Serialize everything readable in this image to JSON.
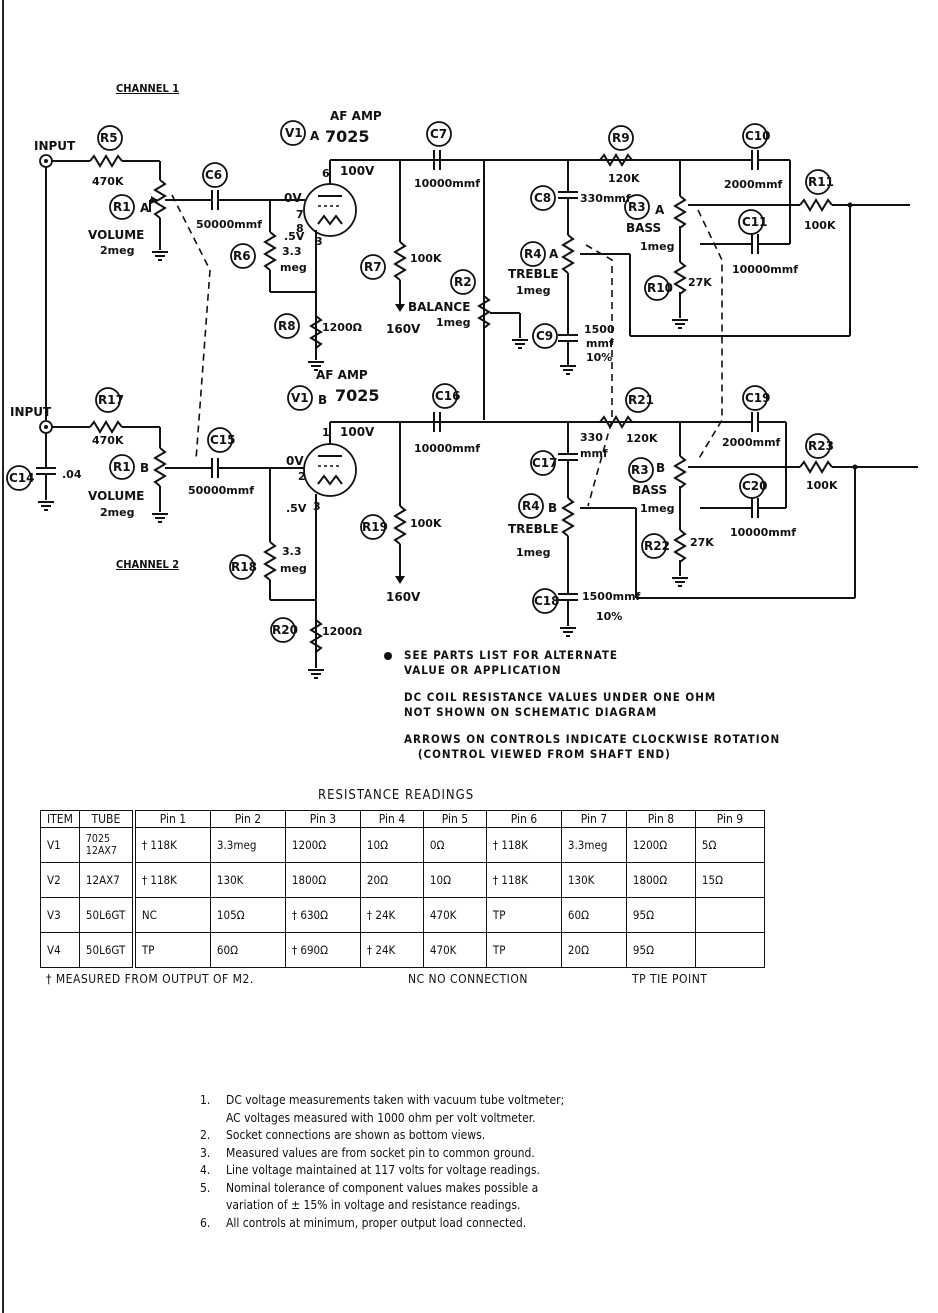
{
  "schematic": {
    "channel1": "CHANNEL 1",
    "channel2": "CHANNEL 2",
    "input": "INPUT",
    "af_amp": "AF AMP",
    "v1a": "V1",
    "v1a_suffix": "A",
    "tube": "7025",
    "v1b": "V1",
    "v1b_suffix": "B",
    "r5": "R5",
    "r5_val": "470K",
    "r17": "R17",
    "r17_val": "470K",
    "r1": "R1",
    "r1a_suffix": "A",
    "r1b_suffix": "B",
    "volume": "VOLUME",
    "meg2": "2meg",
    "c6": "C6",
    "c6_val": "50000mmf",
    "c15": "C15",
    "c15_val": "50000mmf",
    "c14": "C14",
    "c14_val": ".04",
    "r6": "R6",
    "r6_val1": "3.3",
    "r6_val2": "meg",
    "r18": "R18",
    "r18_val1": "3.3",
    "r18_val2": "meg",
    "r8": "R8",
    "r8_val": "1200Ω",
    "r20": "R20",
    "r20_val": "1200Ω",
    "v_0": "0V",
    "v_5": ".5V",
    "v_100": "100V",
    "v_160": "160V",
    "p6": "6",
    "p7": "7",
    "p8": "8",
    "p3": "3",
    "p1": "1",
    "p2": "2",
    "p3b": "3",
    "c7": "C7",
    "c7_val": "10000mmf",
    "c16": "C16",
    "c16_val": "10000mmf",
    "r7": "R7",
    "r7_val": "100K",
    "r19": "R19",
    "r19_val": "100K",
    "r2": "R2",
    "balance": "BALANCE",
    "meg1": "1meg",
    "c8": "C8",
    "c8_val": "330mmf",
    "c17": "C17",
    "c17_val1": "330",
    "c17_val2": "mmf",
    "r4": "R4",
    "r4a_suffix": "A",
    "r4b_suffix": "B",
    "treble": "TREBLE",
    "c9": "C9",
    "c9_val1": "1500",
    "c9_val2": "mmf",
    "c9_val3": "10%",
    "c18": "C18",
    "c18_val": "1500mmf",
    "c18_tol": "10%",
    "r9": "R9",
    "r9_val": "120K",
    "r21": "R21",
    "r21_val": "120K",
    "r3": "R3",
    "r3a_suffix": "A",
    "r3b_suffix": "B",
    "bass": "BASS",
    "r10": "R10",
    "r10_val": "27K",
    "r22": "R22",
    "r22_val": "27K",
    "c10": "C10",
    "c10_val": "2000mmf",
    "c19": "C19",
    "c19_val": "2000mmf",
    "c11": "C11",
    "c11_val": "10000mmf",
    "c20": "C20",
    "c20_val": "10000mmf",
    "r11": "R11",
    "r11_val": "100K",
    "r23": "R23",
    "r23_val": "100K"
  },
  "notes": [
    {
      "l1": "SEE PARTS LIST FOR ALTERNATE",
      "l2": "VALUE OR APPLICATION"
    },
    {
      "l1": "DC COIL RESISTANCE VALUES UNDER ONE OHM",
      "l2": "NOT SHOWN ON SCHEMATIC DIAGRAM"
    },
    {
      "l1": "ARROWS ON CONTROLS INDICATE CLOCKWISE ROTATION",
      "l2": "(CONTROL VIEWED FROM SHAFT END)"
    }
  ],
  "resistance": {
    "title": "RESISTANCE READINGS",
    "headers": [
      "ITEM",
      "TUBE",
      "Pin 1",
      "Pin 2",
      "Pin 3",
      "Pin 4",
      "Pin 5",
      "Pin 6",
      "Pin 7",
      "Pin 8",
      "Pin 9"
    ],
    "rows": [
      [
        "V1",
        "7025 12AX7",
        "† 118K",
        "3.3meg",
        "1200Ω",
        "10Ω",
        "0Ω",
        "† 118K",
        "3.3meg",
        "1200Ω",
        "5Ω"
      ],
      [
        "V2",
        "12AX7",
        "† 118K",
        "130K",
        "1800Ω",
        "20Ω",
        "10Ω",
        "† 118K",
        "130K",
        "1800Ω",
        "15Ω"
      ],
      [
        "V3",
        "50L6GT",
        "NC",
        "105Ω",
        "† 630Ω",
        "† 24K",
        "470K",
        "TP",
        "60Ω",
        "95Ω",
        ""
      ],
      [
        "V4",
        "50L6GT",
        "TP",
        "60Ω",
        "† 690Ω",
        "† 24K",
        "470K",
        "TP",
        "20Ω",
        "95Ω",
        ""
      ]
    ],
    "footnote_dagger": "†   MEASURED FROM OUTPUT OF M2.",
    "footnote_nc": "NC  NO CONNECTION",
    "footnote_tp": "TP  TIE POINT"
  },
  "voltage_notes": [
    {
      "n": "1.",
      "t": "DC voltage measurements taken with vacuum tube voltmeter;"
    },
    {
      "n": "",
      "t": "AC voltages measured with 1000 ohm per volt voltmeter."
    },
    {
      "n": "2.",
      "t": "Socket connections are shown as bottom views."
    },
    {
      "n": "3.",
      "t": "Measured values are from socket pin to common ground."
    },
    {
      "n": "4.",
      "t": "Line voltage maintained at 117 volts for voltage readings."
    },
    {
      "n": "5.",
      "t": "Nominal tolerance of component values makes possible a"
    },
    {
      "n": "",
      "t": "variation of ± 15% in voltage and resistance readings."
    },
    {
      "n": "6.",
      "t": "All controls at minimum, proper output load connected."
    }
  ]
}
